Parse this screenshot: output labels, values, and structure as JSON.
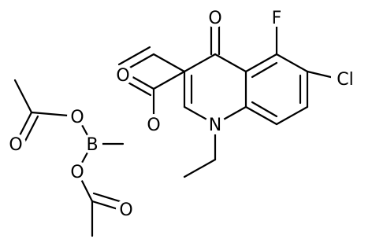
{
  "diagram": {
    "atoms": {
      "oxo": "O",
      "fluorine": "F",
      "chlorine": "Cl",
      "nitrogen": "N",
      "ester_carbonyl_o": "O",
      "ester_link_o": "O",
      "boron": "B",
      "upper_b_o": "O",
      "upper_carbonyl_o": "O",
      "lower_b_o": "O",
      "lower_carbonyl_o": "O"
    }
  }
}
